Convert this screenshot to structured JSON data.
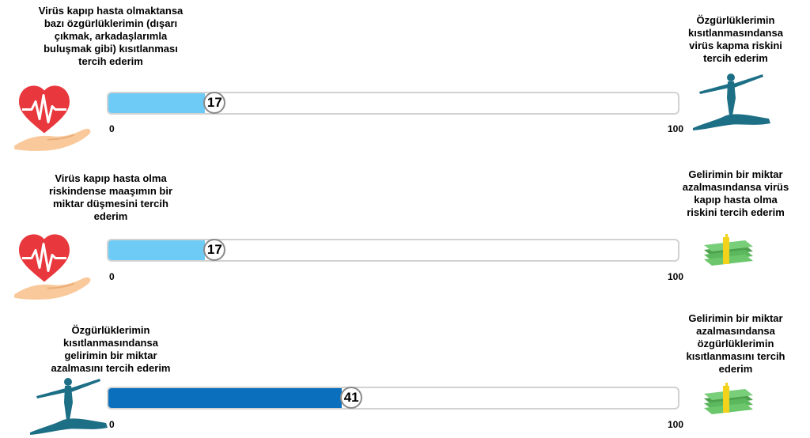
{
  "chart_data": {
    "type": "bar",
    "orientation": "horizontal",
    "xlim": [
      0,
      100
    ],
    "axis_min_label": "0",
    "axis_max_label": "100",
    "items": [
      {
        "left_label": "Virüs kapıp hasta olmaktansa\nbazı özgürlüklerimin (dışarı\nçıkmak, arkadaşlarımla\nbuluşmak gibi) kısıtlanması\ntercih ederim",
        "right_label": "Özgürlüklerimin\nkısıtlanmasındansa\nvirüs kapma riskini\ntercih ederim",
        "value": 17,
        "value_label": "17",
        "left_icon": "heart-in-hand-icon",
        "right_icon": "freedom-person-icon"
      },
      {
        "left_label": "Virüs kapıp hasta olma\nriskindense maaşımın bir\nmiktar düşmesini tercih\nederim",
        "right_label": "Gelirimin bir miktar\nazalmasındansa virüs\nkapıp hasta olma\nriskini tercih ederim",
        "value": 17,
        "value_label": "17",
        "left_icon": "heart-in-hand-icon",
        "right_icon": "money-stack-icon"
      },
      {
        "left_label": "Özgürlüklerimin\nkısıtlanmasındansa\ngelirimin bir miktar\nazalmasını tercih ederim",
        "right_label": "Gelirimin bir miktar\nazalmasındansa\nözgürlüklerimin\nkısıtlanmasını tercih\nederim",
        "value": 41,
        "value_label": "41",
        "left_icon": "freedom-person-icon",
        "right_icon": "money-stack-icon"
      }
    ]
  },
  "colors": {
    "fill_light": "#6ecbf5",
    "fill_dark": "#0a6fbd",
    "track_border": "#d2d2d2",
    "heart": "#e8383d",
    "hand": "#f9c99b",
    "figure": "#1d6f86",
    "money": "#5cb85c",
    "money_band": "#f2d21b"
  }
}
